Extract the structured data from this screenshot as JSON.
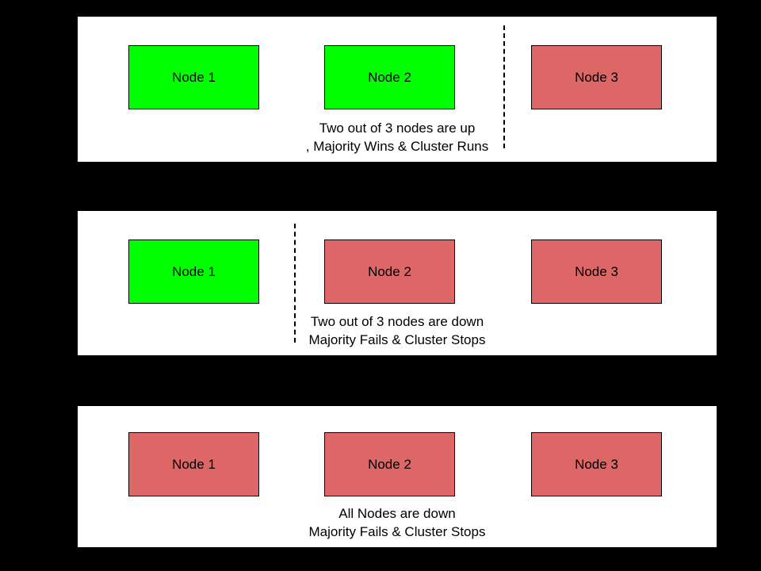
{
  "colors": {
    "background": "#000000",
    "panel_background": "#ffffff",
    "panel_border": "#000000",
    "node_up": "#00ff00",
    "node_down": "#dd6666",
    "node_border": "#000000",
    "text": "#000000"
  },
  "panels": [
    {
      "id": "majority-up",
      "nodes": [
        {
          "label": "Node 1",
          "status": "up"
        },
        {
          "label": "Node 2",
          "status": "up"
        },
        {
          "label": "Node 3",
          "status": "down"
        }
      ],
      "divider_present": true,
      "divider_position": "between-node2-and-node3",
      "caption_line1": "Two out of 3 nodes are up",
      "caption_line2": ", Majority Wins & Cluster Runs"
    },
    {
      "id": "majority-down",
      "nodes": [
        {
          "label": "Node 1",
          "status": "up"
        },
        {
          "label": "Node 2",
          "status": "down"
        },
        {
          "label": "Node 3",
          "status": "down"
        }
      ],
      "divider_present": true,
      "divider_position": "between-node1-and-node2",
      "caption_line1": "Two out of 3 nodes are down",
      "caption_line2": "Majority Fails & Cluster Stops"
    },
    {
      "id": "all-down",
      "nodes": [
        {
          "label": "Node 1",
          "status": "down"
        },
        {
          "label": "Node 2",
          "status": "down"
        },
        {
          "label": "Node 3",
          "status": "down"
        }
      ],
      "divider_present": false,
      "divider_position": "",
      "caption_line1": "All Nodes are down",
      "caption_line2": "Majority Fails & Cluster Stops"
    }
  ]
}
